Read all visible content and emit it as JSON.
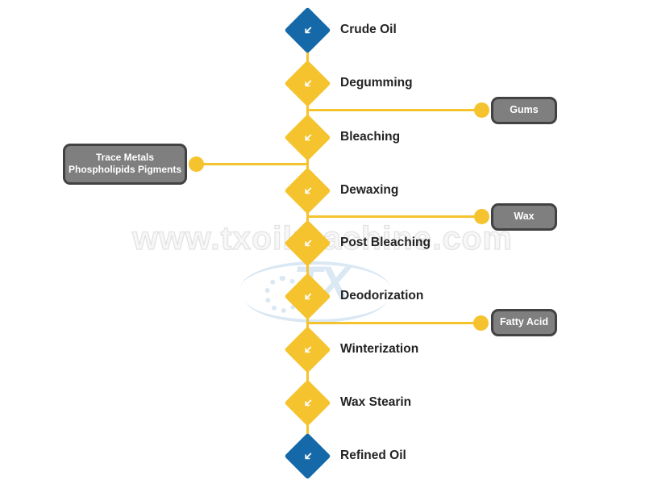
{
  "watermark": {
    "url_text": "www.txoilmachine.com",
    "logo_text": "TX"
  },
  "colors": {
    "yellow": "#F5C32E",
    "blue": "#1569A9",
    "boxfill": "#7F7F7F",
    "boxborder": "#424242",
    "text": "#232323",
    "watermark": "#E3E3E3",
    "logoblue": "#BCD6EC"
  },
  "flow": {
    "steps": [
      {
        "label": "Crude Oil",
        "color": "blue"
      },
      {
        "label": "Degumming",
        "color": "yellow"
      },
      {
        "label": "Bleaching",
        "color": "yellow"
      },
      {
        "label": "Dewaxing",
        "color": "yellow"
      },
      {
        "label": "Post Bleaching",
        "color": "yellow"
      },
      {
        "label": "Deodorization",
        "color": "yellow"
      },
      {
        "label": "Winterization",
        "color": "yellow"
      },
      {
        "label": "Wax Stearin",
        "color": "yellow"
      },
      {
        "label": "Refined Oil",
        "color": "blue"
      }
    ],
    "branches": [
      {
        "label": "Gums",
        "side": "right"
      },
      {
        "label": "Trace Metals Phospholipids Pigments",
        "line1": "Trace Metals",
        "line2": "Phospholipids Pigments",
        "side": "left"
      },
      {
        "label": "Wax",
        "side": "right"
      },
      {
        "label": "Fatty Acid",
        "side": "right"
      }
    ]
  }
}
